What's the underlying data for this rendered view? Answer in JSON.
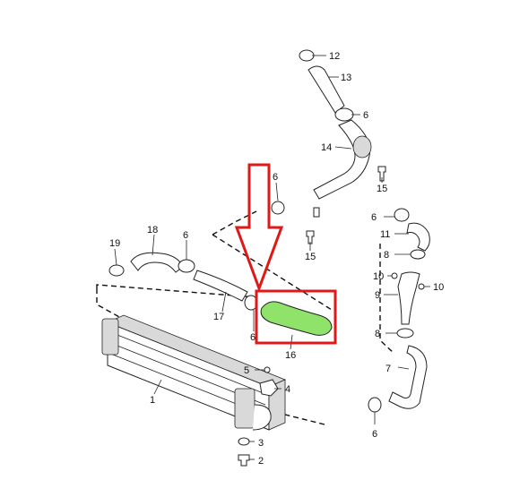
{
  "diagram": {
    "highlight": {
      "fill_color": "#8fe36a",
      "box_color": "#e01818",
      "arrow_color": "#e01818",
      "part_label": "16"
    },
    "labels": {
      "l1": "1",
      "l2": "2",
      "l3": "3",
      "l4": "4",
      "l5": "5",
      "l6a": "6",
      "l6b": "6",
      "l6c": "6",
      "l6d": "6",
      "l6e": "6",
      "l6f": "6",
      "l7": "7",
      "l8a": "8",
      "l8b": "8",
      "l9": "9",
      "l10a": "10",
      "l10b": "10",
      "l11": "11",
      "l12": "12",
      "l13": "13",
      "l14": "14",
      "l15a": "15",
      "l15b": "15",
      "l16": "16",
      "l17": "17",
      "l18": "18",
      "l19": "19"
    }
  }
}
